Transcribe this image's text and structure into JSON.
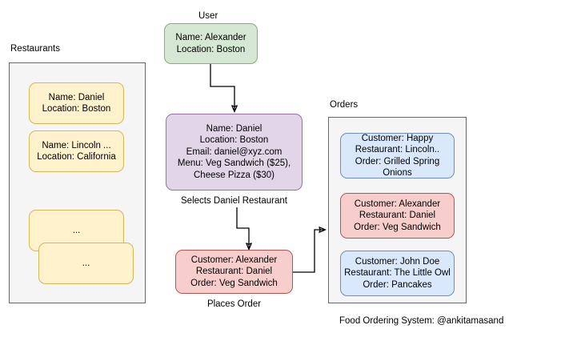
{
  "diagram": {
    "footer": "Food Ordering System: @ankitamasand"
  },
  "restaurants_group": {
    "title": "Restaurants",
    "cards": [
      {
        "text": "Name: Daniel\nLocation: Boston"
      },
      {
        "text": "Name: Lincoln ...\nLocation: California"
      },
      {
        "text": "..."
      },
      {
        "text": "..."
      }
    ]
  },
  "orders_group": {
    "title": "Orders",
    "cards": [
      {
        "text": "Customer: Happy\nRestaurant: Lincoln..\nOrder: Grilled Spring Onions",
        "color": "blue"
      },
      {
        "text": "Customer: Alexander\nRestaurant: Daniel\nOrder: Veg Sandwich",
        "color": "red"
      },
      {
        "text": "Customer: John Doe\nRestaurant: The Little Owl\nOrder: Pancakes",
        "color": "blue"
      }
    ]
  },
  "flow": {
    "user_title": "User",
    "user_node": "Name: Alexander\nLocation: Boston",
    "restaurant_node": "Name: Daniel\nLocation: Boston\nEmail: daniel@xyz.com\nMenu: Veg Sandwich ($25),\nCheese Pizza ($30)",
    "selects_label": "Selects Daniel Restaurant",
    "order_node": "Customer: Alexander\nRestaurant: Daniel\nOrder: Veg Sandwich",
    "places_order_label": "Places Order"
  },
  "colors": {
    "green_fill": "#d5e8d4",
    "green_stroke": "#82b366",
    "purple_fill": "#e1d5e7",
    "purple_stroke": "#9673a6",
    "red_fill": "#f8cecc",
    "red_stroke": "#b85450",
    "blue_fill": "#dae8fc",
    "blue_stroke": "#6c8ebf",
    "yellow_fill": "#fff2cc",
    "yellow_stroke": "#d6b656",
    "group_fill": "#f5f5f5",
    "group_stroke": "#666666",
    "edge_stroke": "#000000"
  }
}
